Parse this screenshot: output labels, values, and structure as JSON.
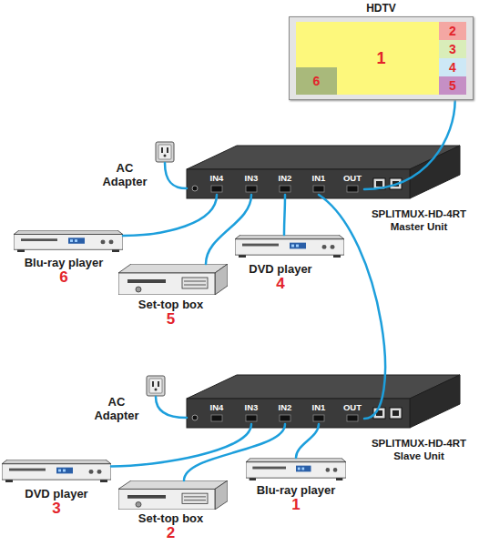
{
  "diagram": {
    "nodes": [
      {
        "text": [
          "HDTV"
        ]
      },
      {
        "text": [
          "1"
        ],
        "in": 0
      },
      {
        "text": [
          "2"
        ],
        "in": 0
      },
      {
        "text": [
          "3"
        ],
        "in": 0
      },
      {
        "text": [
          "4"
        ],
        "in": 0
      },
      {
        "text": [
          "5"
        ],
        "in": 0
      },
      {
        "text": [
          "6"
        ],
        "in": 0
      },
      {
        "text": [
          "SPLITMUX-HD-4RT Master Unit"
        ]
      },
      {
        "text": [
          "IN4"
        ],
        "in": 7
      },
      {
        "text": [
          "IN3"
        ],
        "in": 7
      },
      {
        "text": [
          "IN2"
        ],
        "in": 7
      },
      {
        "text": [
          "IN1"
        ],
        "in": 7
      },
      {
        "text": [
          "OUT"
        ],
        "in": 7
      },
      {
        "text": [
          "AC Adapter"
        ]
      },
      {
        "text": [
          "Blu-ray player",
          "6"
        ]
      },
      {
        "text": [
          "Set-top box",
          "5"
        ]
      },
      {
        "text": [
          "DVD player",
          "4"
        ]
      },
      {
        "text": [
          "SPLITMUX-HD-4RT Slave Unit"
        ]
      },
      {
        "text": [
          "IN4"
        ],
        "in": 17
      },
      {
        "text": [
          "IN3"
        ],
        "in": 17
      },
      {
        "text": [
          "IN2"
        ],
        "in": 17
      },
      {
        "text": [
          "IN1"
        ],
        "in": 17
      },
      {
        "text": [
          "OUT"
        ],
        "in": 17
      },
      {
        "text": [
          "AC Adapter"
        ]
      },
      {
        "text": [
          "DVD player",
          "3"
        ]
      },
      {
        "text": [
          "Set-top box",
          "2"
        ]
      },
      {
        "text": [
          "Blu-ray player",
          "1"
        ]
      }
    ],
    "edges": [
      {
        "from": 12,
        "to": 0,
        "arrow": "none"
      },
      {
        "from": 13,
        "to": 7,
        "arrow": "none"
      },
      {
        "from": 14,
        "to": 8,
        "arrow": "none"
      },
      {
        "from": 15,
        "to": 9,
        "arrow": "none"
      },
      {
        "from": 16,
        "to": 10,
        "arrow": "none"
      },
      {
        "from": 22,
        "to": 11,
        "arrow": "none"
      },
      {
        "from": 23,
        "to": 17,
        "arrow": "none"
      },
      {
        "from": 24,
        "to": 19,
        "arrow": "none"
      },
      {
        "from": 25,
        "to": 20,
        "arrow": "none"
      },
      {
        "from": 26,
        "to": 21,
        "arrow": "none"
      }
    ]
  }
}
